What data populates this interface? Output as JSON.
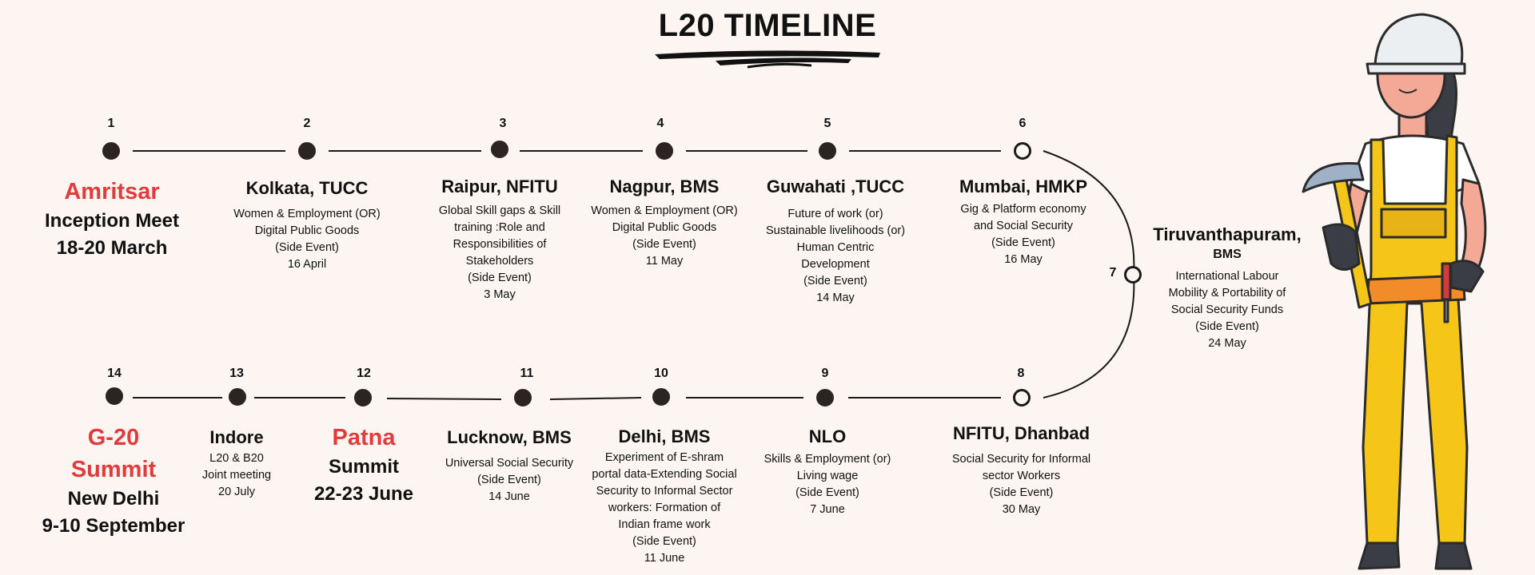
{
  "title": "L20 TIMELINE",
  "events": [
    {
      "num": "1",
      "city": "Amritsar",
      "name": "Inception Meet",
      "date": "18-20 March"
    },
    {
      "num": "2",
      "city": "Kolkata, TUCC",
      "desc": "Women & Employment (OR)\nDigital Public Goods\n(Side Event)\n16 April"
    },
    {
      "num": "3",
      "city": "Raipur, NFITU",
      "desc": "Global Skill gaps & Skill\ntraining :Role and\nResponsibilities of\nStakeholders\n(Side Event)\n3 May"
    },
    {
      "num": "4",
      "city": "Nagpur, BMS",
      "desc": "Women & Employment (OR)\nDigital Public Goods\n(Side Event)\n11 May"
    },
    {
      "num": "5",
      "city": "Guwahati ,TUCC",
      "desc": "Future of work (or)\nSustainable livelihoods (or)\nHuman Centric\nDevelopment\n(Side Event)\n14 May"
    },
    {
      "num": "6",
      "city": "Mumbai, HMKP",
      "desc": "Gig & Platform economy\nand Social Security\n(Side Event)\n16 May"
    },
    {
      "num": "7",
      "city": "Tiruvanthapuram,",
      "org": "BMS",
      "desc": "International Labour\nMobility & Portability of\nSocial Security Funds\n(Side Event)\n24 May"
    },
    {
      "num": "8",
      "city": "NFITU, Dhanbad",
      "desc": "Social Security for Informal\nsector Workers\n(Side Event)\n30 May"
    },
    {
      "num": "9",
      "city": "NLO",
      "desc": "Skills & Employment (or)\nLiving wage\n(Side Event)\n7 June"
    },
    {
      "num": "10",
      "city": "Delhi, BMS",
      "desc": "Experiment of E-shram\nportal data-Extending Social\nSecurity to Informal Sector\nworkers: Formation of\nIndian frame work\n(Side Event)\n11 June"
    },
    {
      "num": "11",
      "city": "Lucknow, BMS",
      "desc": "Universal Social Security\n(Side Event)\n14 June"
    },
    {
      "num": "12",
      "city": "Patna",
      "name": "Summit",
      "date": "22-23 June"
    },
    {
      "num": "13",
      "city": "Indore",
      "desc": "L20 & B20\nJoint meeting\n20 July"
    },
    {
      "num": "14",
      "city": "G-20\nSummit",
      "name": "New Delhi",
      "date": "9-10 September"
    }
  ],
  "colors": {
    "accent": "#e03c3c",
    "background": "#fcf5f1",
    "dot": "#2a2423"
  }
}
